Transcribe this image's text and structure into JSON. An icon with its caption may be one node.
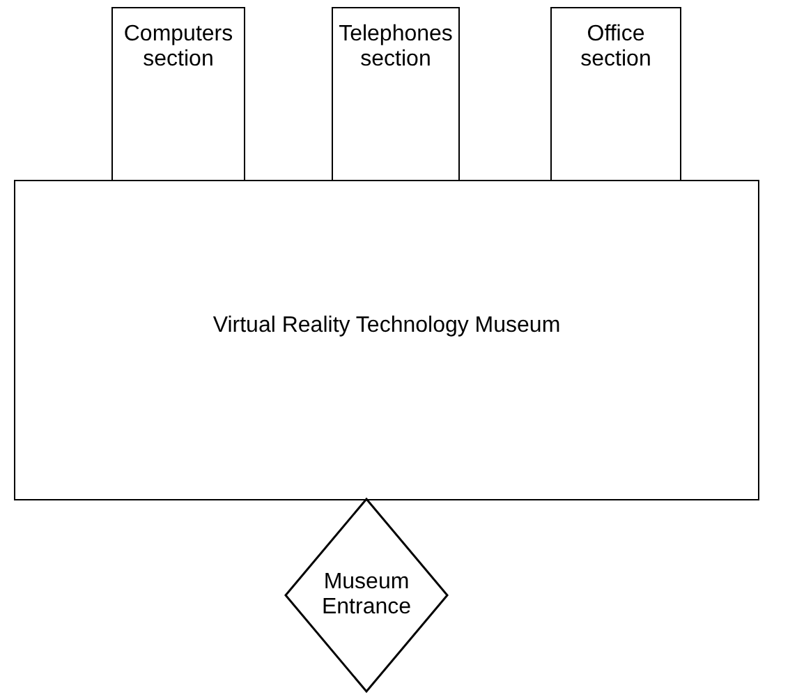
{
  "diagram": {
    "nodes": [
      {
        "text": [
          "Computers section"
        ]
      },
      {
        "text": [
          "Telephones section"
        ]
      },
      {
        "text": [
          "Office section"
        ]
      },
      {
        "text": [
          "Virtual Reality Technology Museum"
        ]
      },
      {
        "text": [
          "Museum Entrance"
        ]
      }
    ]
  }
}
